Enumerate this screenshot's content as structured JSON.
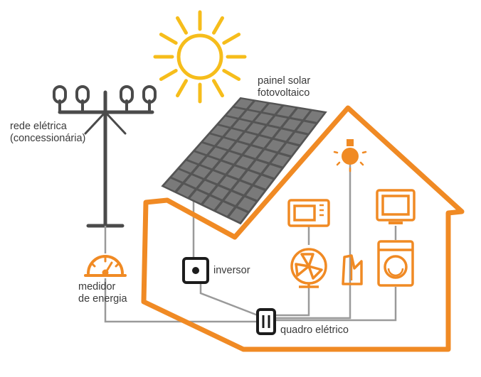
{
  "labels": {
    "solar_panel": [
      "painel solar",
      "fotovoltaico"
    ],
    "grid": [
      "rede elétrica",
      "(concessionária)"
    ],
    "meter": [
      "medidor",
      "de energia"
    ],
    "inverter": "inversor",
    "breaker_panel": "quadro elétrico"
  },
  "colors": {
    "house": "#f08a24",
    "sun": "#f6bd1b",
    "dark": "#4a4a4a",
    "wire": "#9a9a9a",
    "panel_cell": "#6c6c6c",
    "text": "#3a3a3a"
  },
  "icons": [
    "sun-icon",
    "solar-panel-icon",
    "utility-pole-icon",
    "energy-meter-icon",
    "inverter-icon",
    "breaker-panel-icon",
    "light-bulb-icon",
    "microwave-icon",
    "tv-icon",
    "fan-icon",
    "iron-icon",
    "washing-machine-icon"
  ]
}
